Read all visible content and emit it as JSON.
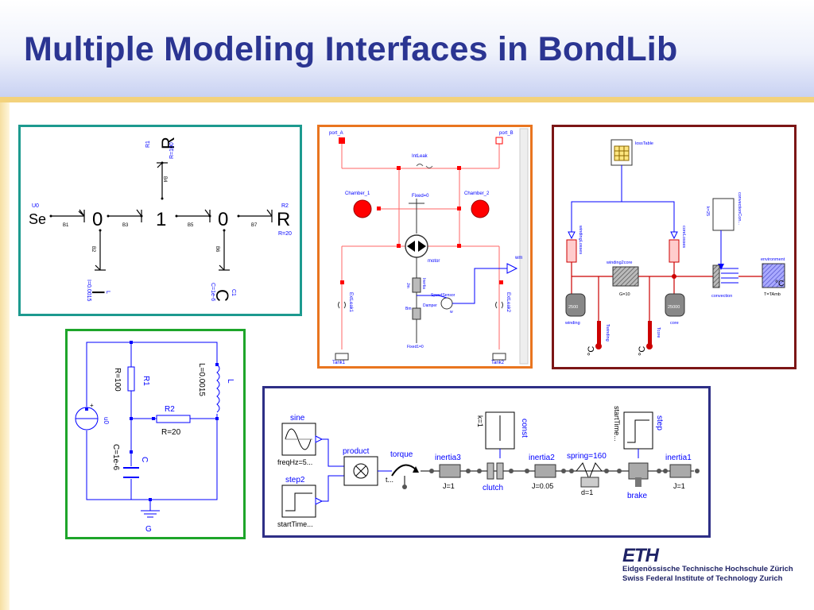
{
  "slide": {
    "title": "Multiple Modeling Interfaces in BondLib"
  },
  "bond_graph": {
    "elements": {
      "se": "Se",
      "zero1": "0",
      "one": "1",
      "zero2": "0",
      "r2": "R",
      "r1": "R",
      "i": "I",
      "c": "C"
    },
    "labels": {
      "u0": "U0",
      "r1_name": "R1",
      "r1_param": "R=100",
      "r2_name": "R2",
      "r2_param": "R=20",
      "i_param": "I=0.0015",
      "i_name": "L",
      "c_param": "C=1e-6",
      "c_name": "C1",
      "b1": "B1",
      "b2": "B2",
      "b3": "B3",
      "b4": "B4",
      "b5": "B5",
      "b6": "B6",
      "b7": "B7"
    }
  },
  "hydraulic": {
    "labels": {
      "port_a": "port_A",
      "port_b": "port_B",
      "intleak": "IntLeak",
      "chamber1": "Chamber_1",
      "chamber2": "Chamber_2",
      "fixed0": "Fixed=0",
      "motor": "motor",
      "wm": "wm",
      "inertia": "Inertia",
      "jm": "Jm",
      "speedsensor": "SpeedSensor",
      "damper": "Damper",
      "bm": "Bm",
      "fixed1": "Fixed1=0",
      "extleak1": "ExtLeak1",
      "extleak2": "ExtLeak2",
      "tank1": "Tank1",
      "tank2": "Tank2",
      "w": "w"
    }
  },
  "thermal": {
    "labels": {
      "losstable": "lossTable",
      "k25": "k=25",
      "convectioncon": "convectionCon...",
      "windinglosses": "windingLosses",
      "corelosses": "coreLosses",
      "winding2core": "winding2core",
      "g10": "G=10",
      "environment": "environment",
      "tamb": "T=TAmb",
      "convection": "convection",
      "c2500a": "2500",
      "c2500b": "25000",
      "winding": "winding",
      "core": "core",
      "twinding": "Twinding",
      "tcore": "Tcore",
      "degc": "°C",
      "degc2": "°C",
      "degc3": "°C"
    }
  },
  "circuit": {
    "labels": {
      "r1": "R1",
      "r1_param": "R=100",
      "l": "L",
      "l_param": "L=0.0015",
      "r2": "R2",
      "r2_param": "R=20",
      "u0": "u0",
      "c": "C",
      "c_param": "C=1e-6",
      "g": "G",
      "plus": "+"
    }
  },
  "mechanical": {
    "labels": {
      "sine": "sine",
      "freqhz": "freqHz=5...",
      "step2": "step2",
      "starttime2": "startTime...",
      "product": "product",
      "torque": "torque",
      "tdots": "t...",
      "inertia3": "inertia3",
      "j1a": "J=1",
      "clutch": "clutch",
      "const": "const",
      "k1": "k=1",
      "inertia2": "inertia2",
      "j005": "J=0.05",
      "spring": "spring=160",
      "d1": "d=1",
      "step": "step",
      "starttime": "startTime...",
      "brake": "brake",
      "inertia1": "inertia1",
      "j1b": "J=1"
    }
  },
  "footer": {
    "logo": "ETH",
    "line1": "Eidgenössische Technische Hochschule Zürich",
    "line2": "Swiss Federal Institute of Technology Zurich"
  },
  "colors": {
    "title": "#2b3592",
    "teal": "#1d9a8f",
    "orange": "#e9751f",
    "maroon": "#7c1616",
    "green": "#1ea52a",
    "navy": "#2e2f86",
    "modelica_blue": "#0000ff",
    "hydraulic_red": "#ff0000"
  }
}
